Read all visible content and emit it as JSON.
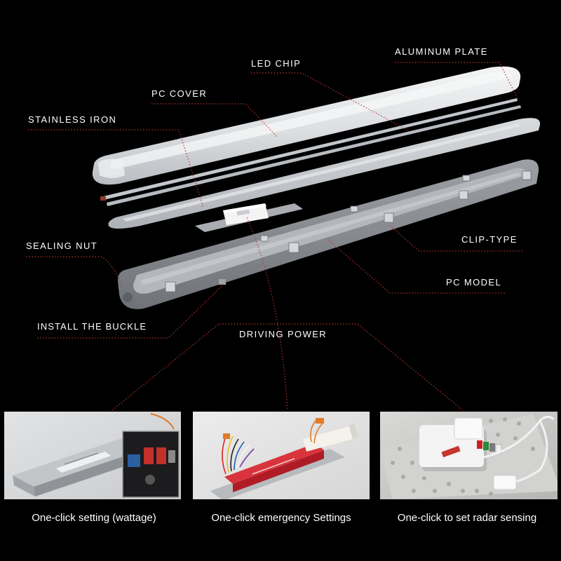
{
  "labels": {
    "aluminum_plate": "ALUMINUM PLATE",
    "led_chip": "LED CHIP",
    "pc_cover": "PC COVER",
    "stainless_iron": "STAINLESS IRON",
    "sealing_nut": "SEALING NUT",
    "clip_type": "CLIP-TYPE",
    "pc_model": "PC MODEL",
    "install_the_buckle": "INSTALL THE BUCKLE",
    "driving_power": "DRIVING POWER"
  },
  "photos": [
    {
      "caption": "One-click setting (wattage)"
    },
    {
      "caption": "One-click emergency Settings"
    },
    {
      "caption": "One-click to set radar sensing"
    }
  ],
  "colors": {
    "background": "#000000",
    "label_text": "#ffffff",
    "leader_line": "#b3382c"
  }
}
